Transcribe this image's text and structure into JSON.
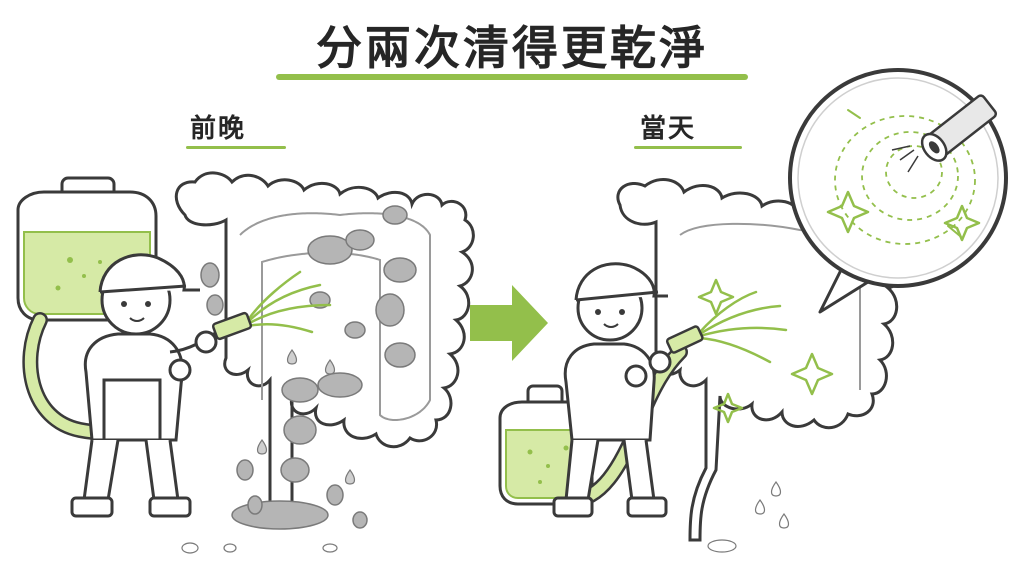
{
  "title": "分兩次清得更乾淨",
  "panels": {
    "before": {
      "label": "前晚"
    },
    "after": {
      "label": "當天"
    }
  },
  "colors": {
    "accent": "#93bf4b",
    "fluid": "#d6eaa6",
    "ink": "#262626",
    "residue": "#b5b5b5",
    "outline": "#3a3a3a"
  },
  "icons": [
    "right-arrow-icon",
    "sparkle-icon",
    "magnifier-bubble-icon",
    "hose-nozzle-icon",
    "tank-icon"
  ]
}
